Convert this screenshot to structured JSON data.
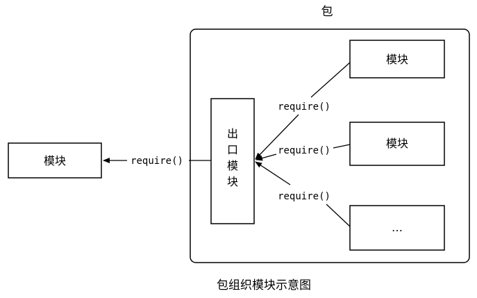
{
  "package_label": "包",
  "outer_module": {
    "label": "模块"
  },
  "exit_module": {
    "chars": [
      "出",
      "口",
      "模",
      "块"
    ]
  },
  "inner_modules": [
    {
      "label": "模块"
    },
    {
      "label": "模块"
    },
    {
      "label": "…"
    }
  ],
  "call_labels": {
    "to_outer": "require()",
    "from_top": "require()",
    "from_middle": "require()",
    "from_bottom": "require()"
  },
  "caption": "包组织模块示意图"
}
